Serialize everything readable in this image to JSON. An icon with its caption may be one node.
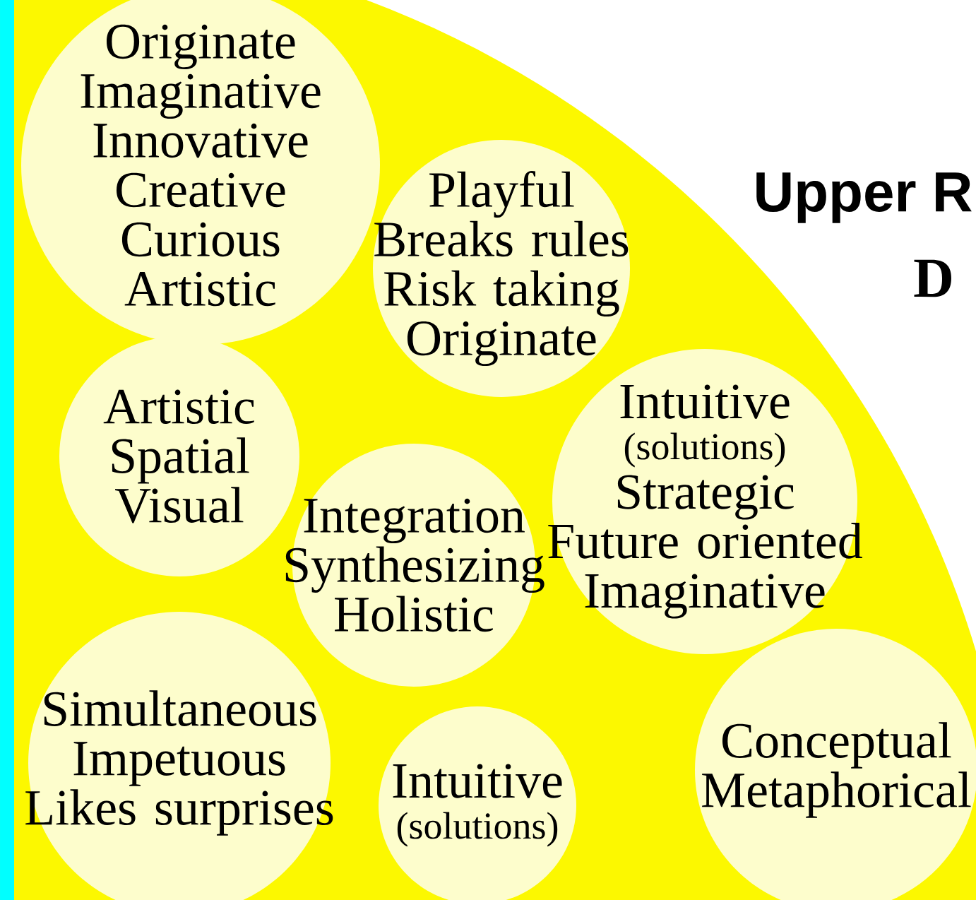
{
  "diagram": {
    "nodes": [
      {
        "text": [
          "Originate Imaginative Innovative Creative Curious Artistic"
        ]
      },
      {
        "text": [
          "Playful Breaks rules Risk taking Originate"
        ]
      },
      {
        "text": [
          "Artistic Spatial Visual"
        ]
      },
      {
        "text": [
          "Integration Synthesizing Holistic"
        ]
      },
      {
        "text": [
          "Intuitive",
          "(solutions)",
          "Strategic Future oriented Imaginative"
        ]
      },
      {
        "text": [
          "Simultaneous Impetuous Likes surprises"
        ]
      },
      {
        "text": [
          "Intuitive",
          "(solutions)"
        ]
      },
      {
        "text": [
          "Conceptual Metaphorical"
        ]
      }
    ],
    "labels": [
      "Upper R",
      "D"
    ]
  }
}
